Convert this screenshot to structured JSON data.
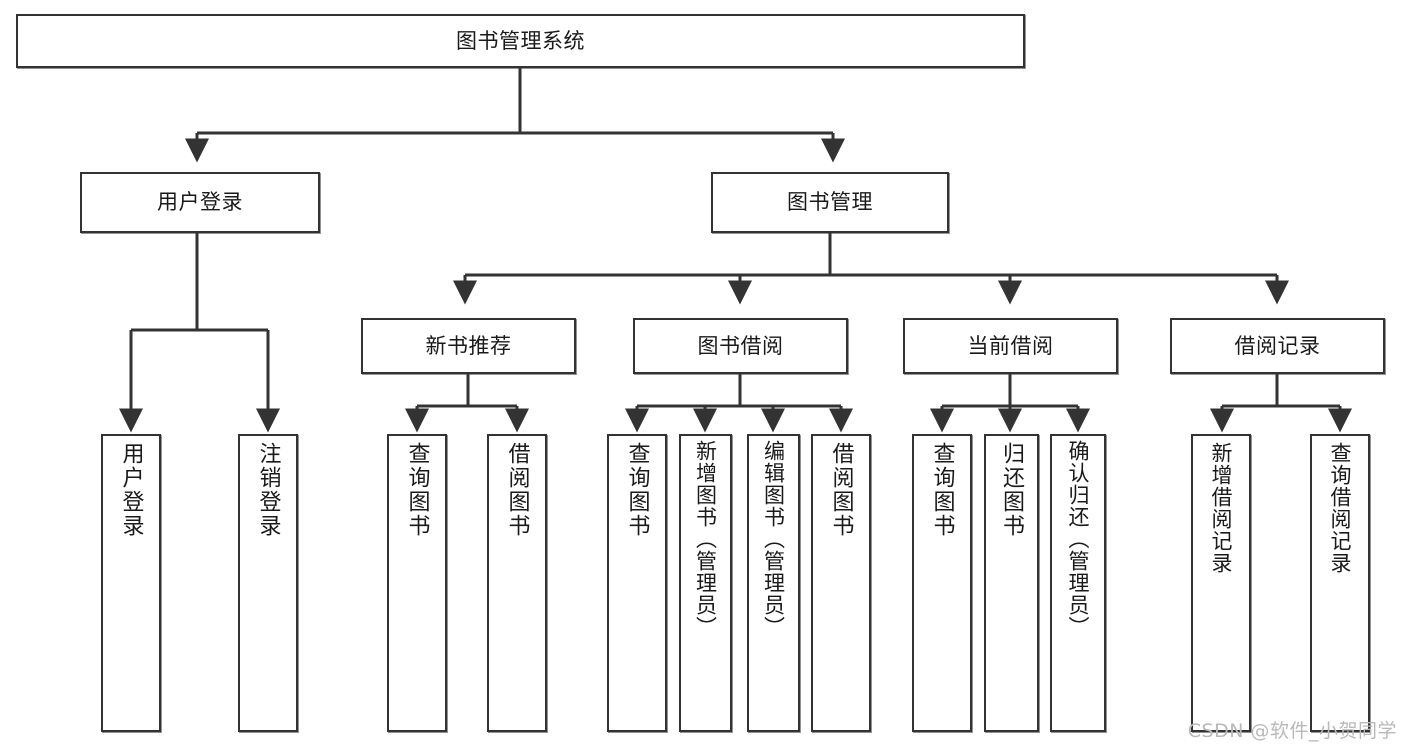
{
  "diagram": {
    "title": "图书管理系统",
    "watermark": "CSDN @软件_小贺同学",
    "colors": {
      "border": "#333333",
      "background": "#ffffff",
      "edge": "#333333",
      "watermark": "#b9b9b9"
    },
    "root": {
      "label": "图书管理系统"
    },
    "level2": [
      {
        "label": "用户登录"
      },
      {
        "label": "图书管理"
      }
    ],
    "level3": [
      {
        "label": "新书推荐"
      },
      {
        "label": "图书借阅"
      },
      {
        "label": "当前借阅"
      },
      {
        "label": "借阅记录"
      }
    ],
    "leaves": {
      "user_login": [
        {
          "label": "用户登录"
        },
        {
          "label": "注销登录"
        }
      ],
      "new_book_recommend": [
        {
          "label": "查询图书"
        },
        {
          "label": "借阅图书"
        }
      ],
      "book_borrow": [
        {
          "label": "查询图书"
        },
        {
          "label": "新增图书（管理员）"
        },
        {
          "label": "编辑图书（管理员）"
        },
        {
          "label": "借阅图书"
        }
      ],
      "current_borrow": [
        {
          "label": "查询图书"
        },
        {
          "label": "归还图书"
        },
        {
          "label": "确认归还（管理员）"
        }
      ],
      "borrow_record": [
        {
          "label": "新增借阅记录"
        },
        {
          "label": "查询借阅记录"
        }
      ]
    }
  }
}
